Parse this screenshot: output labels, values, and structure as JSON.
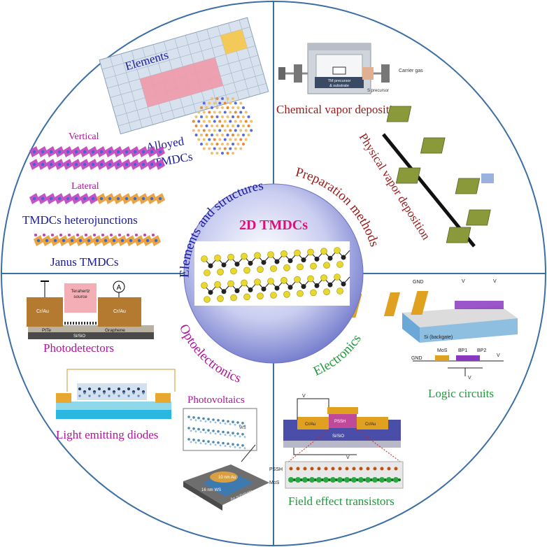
{
  "center": {
    "title": "2D TMDCs"
  },
  "quadrants": {
    "elements": {
      "arc_label": "Elements and structures",
      "labels": {
        "elements": "Elements",
        "alloyed_line1": "Alloyed",
        "alloyed_line2": "TMDCs",
        "vertical": "Vertical",
        "lateral": "Lateral",
        "heterojunctions": "TMDCs heterojunctions",
        "janus": "Janus TMDCs"
      }
    },
    "preparation": {
      "arc_label": "Preparation methods",
      "labels": {
        "cvd": "Chemical vapor deposition",
        "pvd": "Physical vapor deposition",
        "tm_precursor_line1": "TM precursor",
        "tm_precursor_line2": "& substrate",
        "s_precursor": "S precursor",
        "carrier_gas": "Carrier gas"
      }
    },
    "optoelectronics": {
      "arc_label": "Optoelectronics",
      "labels": {
        "photodetectors": "Photodetectors",
        "terahertz_line1": "Terahertz",
        "terahertz_line2": "source",
        "crau_left": "Cr/Au",
        "crau_right": "Cr/Au",
        "ptte2": "PtTe",
        "graphene": "Graphene",
        "sio2": "Si/SiO",
        "ammeter": "A",
        "led": "Light emitting diodes",
        "photovoltaics": "Photovoltaics",
        "ws2": "WS",
        "au_10nm": "10 nm Au",
        "ws2_16nm": "16 nm WS",
        "ag_substrate": "Ag substrate"
      }
    },
    "electronics": {
      "arc_label": "Electronics",
      "labels": {
        "logic": "Logic circuits",
        "gnd": "GND",
        "vout": "V",
        "vdd": "V",
        "si_backgate": "Si (backgate)",
        "mos2": "MoS",
        "bp1": "BP1",
        "bp2": "BP2",
        "vin": "V",
        "fet": "Field effect transistors",
        "pssh": "PSSH",
        "crau": "Cr/Au",
        "si_sio2": "Si/SiO",
        "vg": "V",
        "vd": "V",
        "mos2_bottom": "MoS"
      }
    }
  },
  "colors": {
    "border": "#3b6ea5",
    "elements_text": "#1a1a9a",
    "preparation_text": "#9a1a1a",
    "opto_text": "#b0149a",
    "electronics_text": "#1e9a3a",
    "center_title": "#e0107a"
  }
}
